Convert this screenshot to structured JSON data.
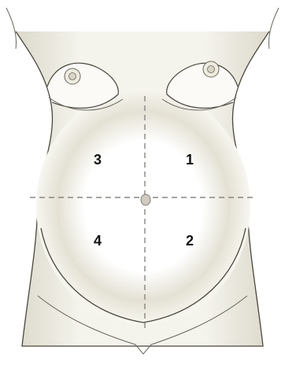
{
  "figure": {
    "subject": "pregnant-abdomen-quadrant-diagram",
    "colors": {
      "line": "#4a463c",
      "skin_shade": "#d9d6c8",
      "divider": "#8a8680",
      "label": "#111111",
      "background": "#ffffff"
    }
  },
  "quadrants": {
    "upper_left": "3",
    "upper_right": "1",
    "lower_left": "4",
    "lower_right": "2"
  }
}
